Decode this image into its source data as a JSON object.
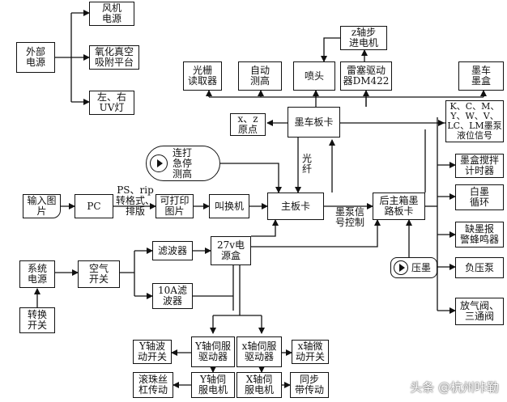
{
  "nodes": {
    "external_power": "外部\n电源",
    "fan_power": "风机\n电源",
    "oxidation_vacuum": "氧化真空\n吸附平台",
    "uv_lamp": "左、右\nUV灯",
    "grating_reader": "光栅\n读取器",
    "auto_height": "自动\n测高",
    "nozzle": "喷头",
    "z_stepper": "z轴步\n进电机",
    "leadshine_driver": "雷塞驱动\n器DM422",
    "carriage_ink_box": "墨车\n墨盒",
    "level_signal": "K、C、M、\nY、W、V、\nLC、LM墨泵\n液位信号",
    "xz_origin": "x、z\n原点",
    "carriage_board": "墨车板卡",
    "ink_box_mixer": "墨盒搅拌\n计时器",
    "estop_height": "连打\n急停\n测高",
    "fiber": "光\n纤",
    "input_image": "输入图\n片",
    "pc": "PC",
    "ps_rip": "PS、rip\n转格式、\n排版",
    "printable_image": "可打印\n图片",
    "call_machine": "叫换机",
    "main_board": "主板卡",
    "pump_signal_control": "墨泵信\n号控制",
    "rear_ink_board": "后主箱墨\n路板卡",
    "white_ink_cycle": "白墨\n循环",
    "low_ink_alarm": "缺墨报\n警蜂鸣器",
    "filter": "滤波器",
    "psu_27v": "27v电\n源盒",
    "system_power": "系统\n电源",
    "air_switch": "空气\n开关",
    "press_ink": "压墨",
    "negative_pump": "负压泵",
    "filter_10a": "10A滤\n波器",
    "toggle_switch": "转换\n开关",
    "vent_valve": "放气阀、\n三通阀",
    "y_limit_switch": "Y轴波\n动开关",
    "y_servo_driver": "Y轴伺服\n驱动器",
    "x_servo_driver": "x轴伺服\n驱动器",
    "x_micro_switch": "x轴微\n动开关",
    "ball_screw": "滚珠丝\n杠传动",
    "y_servo_motor": "Y轴伺\n服电机",
    "x_servo_motor": "X轴伺\n服电机",
    "sync_belt": "同步\n带传动"
  },
  "watermark": "头条 @杭州咔勒"
}
